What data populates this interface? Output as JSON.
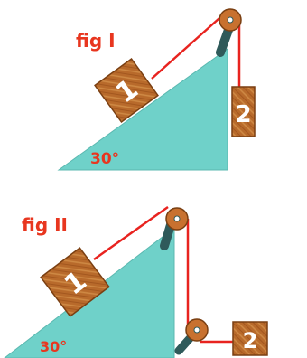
{
  "figures": [
    {
      "title": "fig I",
      "angle_label": "30°",
      "block1_label": "1",
      "block2_label": "2"
    },
    {
      "title": "fig II",
      "angle_label": "30°",
      "block1_label": "1",
      "block2_label": "2"
    }
  ],
  "colors": {
    "incline": "#6fd1c9",
    "incline_edge": "#5bb8b0",
    "rope": "#e8231f",
    "text_red": "#e8361f",
    "wood": "#b86a2b",
    "wood_dark": "#7a3f12",
    "wood_grain": "#cf8a45",
    "pulley": "#c8712f",
    "bracket": "#2f5a5a"
  },
  "icons": [
    "pulley-icon",
    "pulley-bracket-icon"
  ]
}
